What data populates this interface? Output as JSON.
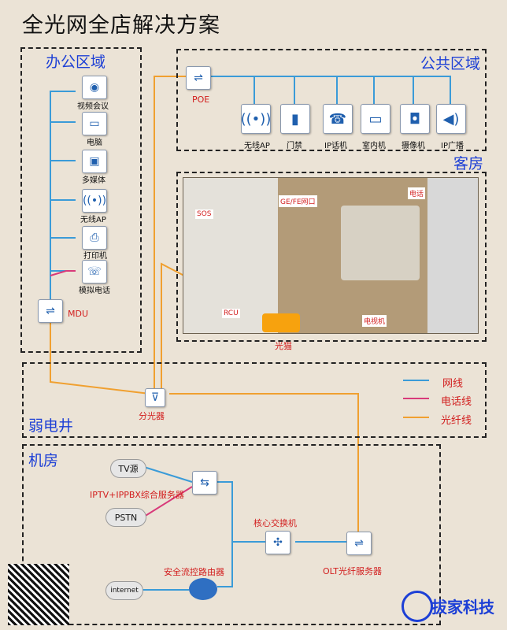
{
  "title": "全光网全店解决方案",
  "zones": {
    "office": "办公区域",
    "public": "公共区域",
    "guest": "客房",
    "shaft": "弱电井",
    "machine": "机房"
  },
  "office_devices": [
    "视频会议",
    "电脑",
    "多媒体",
    "无线AP",
    "打印机",
    "模拟电话"
  ],
  "mdu": "MDU",
  "poe": "POE",
  "public_devices": [
    "无线AP",
    "门禁",
    "IP话机",
    "室内机",
    "摄像机",
    "IP广播"
  ],
  "room": {
    "gefe": "GE/FE网口",
    "phone": "电话",
    "sos": "SOS",
    "rcu": "RCU",
    "tv": "电视机",
    "modem": "光猫"
  },
  "splitter": "分光器",
  "legend": [
    {
      "label": "网线",
      "color": "#3a9bd8"
    },
    {
      "label": "电话线",
      "color": "#d83a7a"
    },
    {
      "label": "光纤线",
      "color": "#f0a030"
    }
  ],
  "machine_room": {
    "tv_source": "TV源",
    "iptv": "IPTV+IPPBX综合服务器",
    "pstn": "PSTN",
    "core": "核心交换机",
    "router": "安全流控路由器",
    "internet": "internet",
    "olt": "OLT光纤服务器"
  },
  "brand": "拔家科技",
  "colors": {
    "lan": "#3a9bd8",
    "phone": "#d83a7a",
    "fiber": "#f0a030",
    "zone_label": "#1c3fd6",
    "red_label": "#d21e1e"
  },
  "icons": [
    "video-conference-icon",
    "computer-icon",
    "multimedia-icon",
    "wifi-ap-icon",
    "printer-icon",
    "analog-phone-icon",
    "switch-icon",
    "door-access-icon",
    "ip-phone-icon",
    "intercom-icon",
    "camera-icon",
    "speaker-icon",
    "splitter-icon",
    "router-icon",
    "qr-code-icon",
    "logo-icon"
  ]
}
